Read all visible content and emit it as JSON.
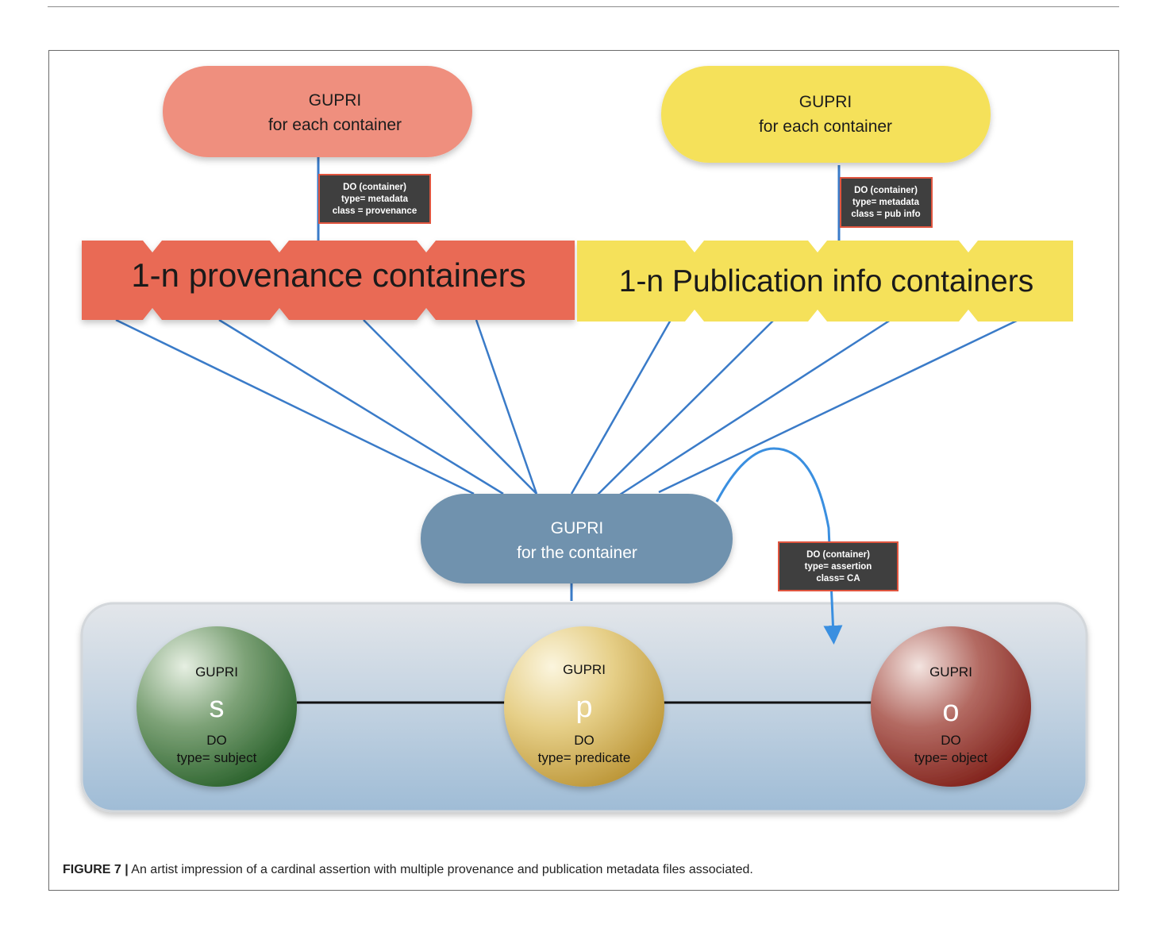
{
  "gupri_provenance": {
    "title": "GUPRI",
    "subtitle": "for each container",
    "color": "#ef8f7e"
  },
  "gupri_pubinfo": {
    "title": "GUPRI",
    "subtitle": "for each container",
    "color": "#f5e15a"
  },
  "gupri_container": {
    "title": "GUPRI",
    "subtitle": "for the container",
    "color": "#6f92ae"
  },
  "label_provenance": {
    "line1": "DO (container)",
    "line2": "type= metadata",
    "line3": "class = provenance"
  },
  "label_pubinfo": {
    "line1": "DO (container)",
    "line2": "type= metadata",
    "line3": "class = pub info"
  },
  "label_assertion": {
    "line1": "DO (container)",
    "line2": "type= assertion",
    "line3": "class= CA"
  },
  "provenance_containers": {
    "text": "1-n provenance containers",
    "color": "#e96a55"
  },
  "pubinfo_containers": {
    "text": "1-n Publication info containers",
    "color": "#f5e15a"
  },
  "nodes": {
    "subject": {
      "gupri": "GUPRI",
      "letter": "s",
      "do": "DO",
      "type": "type= subject",
      "color": "#2f6a30"
    },
    "predicate": {
      "gupri": "GUPRI",
      "letter": "p",
      "do": "DO",
      "type": "type= predicate",
      "color": "#c9a640"
    },
    "object": {
      "gupri": "GUPRI",
      "letter": "o",
      "do": "DO",
      "type": "type= object",
      "color": "#8a2a22"
    }
  },
  "colors": {
    "connector": "#3a7bc8",
    "label_bg": "#3f3f3f",
    "label_border": "#e0553f"
  },
  "caption": {
    "label": "FIGURE 7 |",
    "text": " An artist impression of a cardinal assertion with multiple provenance and publication metadata files associated."
  }
}
